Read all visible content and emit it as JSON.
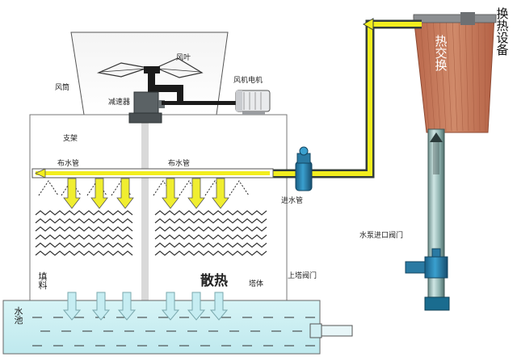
{
  "labels": {
    "fan_duct": "风筒",
    "fan_blade": "风叶",
    "fan_motor": "风机电机",
    "reducer": "减速器",
    "support": "支架",
    "distribution_pipe_left": "布水管",
    "distribution_pipe_right": "布水管",
    "inlet_pipe": "进水管",
    "pump_inlet_valve": "水泵进口阀门",
    "filler": "填料",
    "heat_dissipation": "散热",
    "tower_body": "塔体",
    "tower_valve": "上塔阀门",
    "pool": "水池",
    "heat_exchange": "热交换",
    "heat_exchange_equipment": "换热设备"
  },
  "colors": {
    "pipe_yellow": "#f2ee1e",
    "pipe_dark": "#3a4a44",
    "heat_exchanger": "#c97a5a",
    "water": "#c9eef2",
    "spray": "#f0ee30"
  }
}
